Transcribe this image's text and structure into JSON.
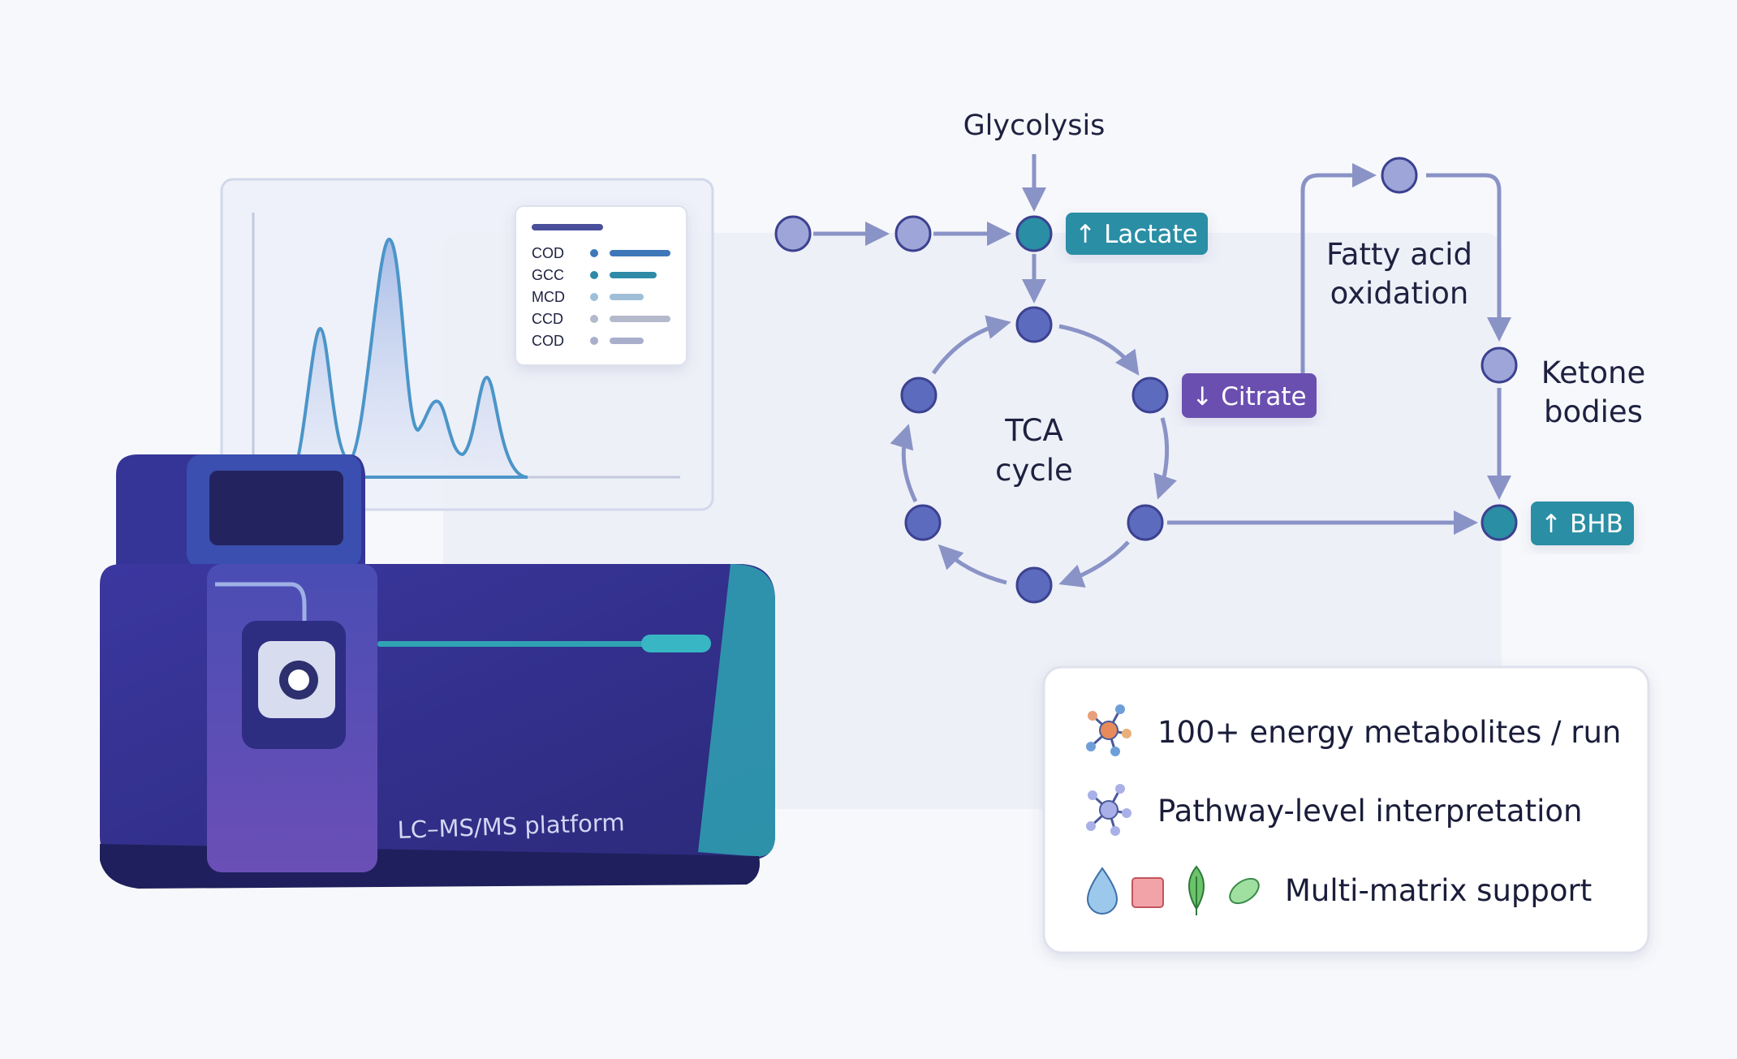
{
  "chart_panel": {
    "legend": [
      {
        "label": "COD",
        "color": "#3f78b8"
      },
      {
        "label": "GCC",
        "color": "#2f8aa8"
      },
      {
        "label": "MCD",
        "color": "#9fbfd8"
      },
      {
        "label": "CCD",
        "color": "#b4b9cc"
      },
      {
        "label": "COD",
        "color": "#a9aecb"
      }
    ]
  },
  "instrument": {
    "label": "LC–MS/MS platform"
  },
  "pathway": {
    "glycolysis": "Glycolysis",
    "tca": [
      "TCA",
      "cycle"
    ],
    "fao": [
      "Fatty acid",
      "oxidation"
    ],
    "ketone": [
      "Ketone",
      "bodies"
    ],
    "lactate_badge": "↑ Lactate",
    "citrate_badge": "↓ Citrate",
    "bhb_badge": "↑ BHB"
  },
  "features": [
    {
      "icon": "molecule-network-icon",
      "text": "100+ energy metabolites / run"
    },
    {
      "icon": "pathway-network-icon",
      "text": "Pathway-level interpretation"
    },
    {
      "icon": "sample-matrices-icon",
      "text": "Multi-matrix support"
    }
  ],
  "colors": {
    "teal": "#2a8ea5",
    "purple": "#6b4fb0",
    "node": "#6f7cc4",
    "navy": "#2d2f8a"
  }
}
